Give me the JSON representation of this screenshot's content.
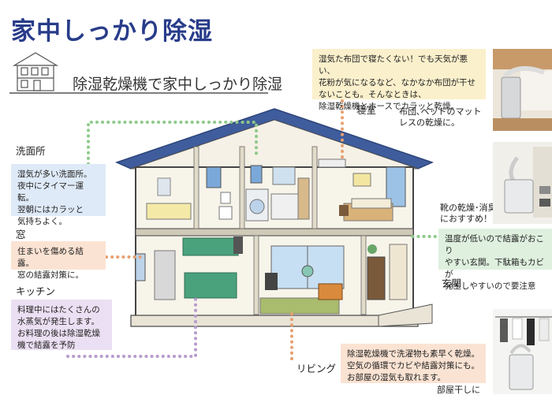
{
  "title": "家中しっかり除湿",
  "subtitle": "除湿乾燥機で家中しっかり除湿",
  "rooms": {
    "senmenjo": {
      "label": "洗面所",
      "lines": [
        "湿気が多い洗面所。",
        "夜中にタイマー運転。",
        "翌朝にはカラッと",
        "気持ちよく。"
      ]
    },
    "mado": {
      "label": "窓",
      "lines": [
        "住まいを傷める結露。",
        "窓の結露対策に。"
      ]
    },
    "kitchen": {
      "label": "キッチン",
      "lines": [
        "料理中にはたくさんの",
        "水蒸気が発生します。",
        "お料理の後は除湿乾燥",
        "機で結露を予防"
      ]
    },
    "shinshitsu": {
      "label": "寝室",
      "lines": [
        "湿気た布団で寝たくない！でも天気が悪い、",
        "花粉が気になるなど、なかなか布団が干せ",
        "ないことも。そんなときは、",
        "除湿乾燥機とホースでカラッと乾燥。"
      ],
      "note_lines": [
        "布団､ベッドのマット",
        "レスの乾燥に。"
      ]
    },
    "genkan": {
      "label": "玄関",
      "side_note_lines": [
        "靴の乾燥･消臭",
        "におすすめ！"
      ],
      "lines": [
        "温度が低いので結露がおこり",
        "やすい玄関。下駄箱もカビが",
        "発生しやすいので要注意"
      ]
    },
    "living": {
      "label": "リビング",
      "lines": [
        "除湿乾燥機で洗濯物も素早く乾燥。",
        "空気の循環でカビや結露対策にも。",
        "お部屋の湿気も取れます。"
      ],
      "note": "部屋干しに"
    }
  },
  "colors": {
    "title": "#283c8a",
    "roof": "#3f5c9c",
    "blue_box": "#dfeaf8",
    "peach_box": "#fbe3d3",
    "purple_box": "#ebe0f3",
    "yellow_box": "#fbf0cc",
    "green_box": "#dff0df",
    "dot_green": "#8ec98a",
    "dot_orange": "#e8a070",
    "dot_purple": "#b79bcc"
  }
}
